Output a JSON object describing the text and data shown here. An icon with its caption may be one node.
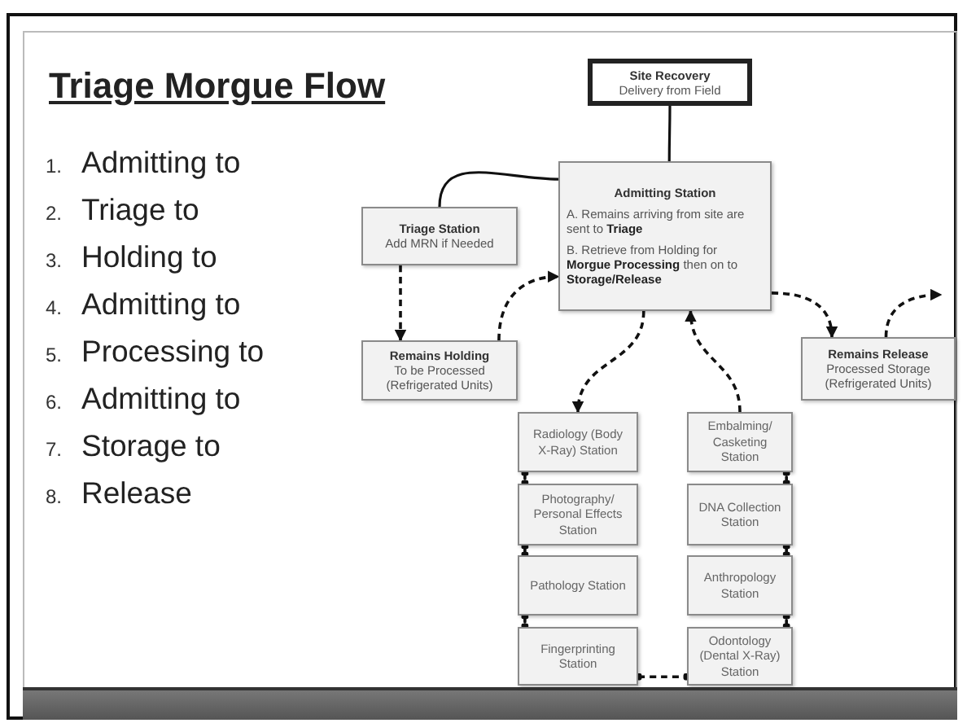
{
  "diagram": {
    "title": "Triage Morgue Flow",
    "nodes": [
      {
        "text": [
          "Site Recovery",
          "Delivery from Field"
        ]
      },
      {
        "text": [
          "Admitting Station",
          "A. Remains arriving from site are sent to **Triage**",
          "B. Retrieve from Holding for **Morgue Processing** then on to **Storage/Release**"
        ]
      },
      {
        "text": [
          "Triage Station",
          "Add MRN if Needed"
        ]
      },
      {
        "text": [
          "Remains Holding",
          "To be Processed (Refrigerated Units)"
        ]
      },
      {
        "text": [
          "Remains Release",
          "Processed Storage (Refrigerated Units)"
        ]
      },
      {
        "text": [
          "Radiology (Body X-Ray) Station"
        ]
      },
      {
        "text": [
          "Embalming/ Casketing Station"
        ]
      },
      {
        "text": [
          "Photography/ Personal Effects Station"
        ]
      },
      {
        "text": [
          "DNA Collection Station"
        ]
      },
      {
        "text": [
          "Pathology Station"
        ]
      },
      {
        "text": [
          "Anthropology Station"
        ]
      },
      {
        "text": [
          "Fingerprinting Station"
        ]
      },
      {
        "text": [
          "Odontology (Dental X-Ray) Station"
        ]
      }
    ],
    "edges": [
      {
        "from": 0,
        "to": 1,
        "arrow": "none"
      },
      {
        "from": 1,
        "to": 2,
        "arrow": "none"
      },
      {
        "from": 2,
        "to": 3,
        "arrow": "to",
        "style": "dashed"
      },
      {
        "from": 3,
        "to": 1,
        "arrow": "to",
        "style": "dashed"
      },
      {
        "from": 1,
        "to": 5,
        "arrow": "to",
        "style": "dashed"
      },
      {
        "from": 6,
        "to": 1,
        "arrow": "to",
        "style": "dashed"
      },
      {
        "from": 1,
        "to": 4,
        "arrow": "to",
        "style": "dashed"
      },
      {
        "from": 4,
        "to": null,
        "arrow": "to",
        "style": "dashed"
      },
      {
        "from": 5,
        "to": 7,
        "arrow": "other",
        "style": "dashed"
      },
      {
        "from": 7,
        "to": 9,
        "arrow": "other",
        "style": "dashed"
      },
      {
        "from": 9,
        "to": 11,
        "arrow": "other",
        "style": "dashed"
      },
      {
        "from": 11,
        "to": 12,
        "arrow": "other",
        "style": "dashed"
      },
      {
        "from": 12,
        "to": 10,
        "arrow": "other",
        "style": "dashed"
      },
      {
        "from": 10,
        "to": 8,
        "arrow": "other",
        "style": "dashed"
      },
      {
        "from": 8,
        "to": 6,
        "arrow": "other",
        "style": "dashed"
      }
    ],
    "labels": [
      "1.",
      "Admitting to",
      "2.",
      "Triage to",
      "3.",
      "Holding to",
      "4.",
      "Admitting to",
      "5.",
      "Processing to",
      "6.",
      "Admitting to",
      "7.",
      "Storage to",
      "8.",
      "Release"
    ]
  }
}
